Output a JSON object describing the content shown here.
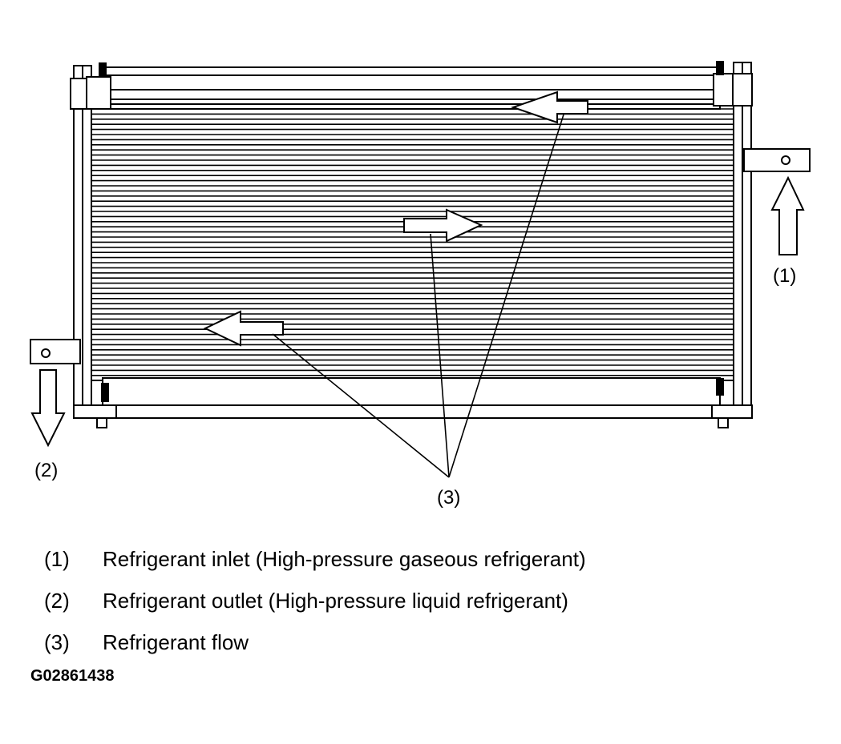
{
  "callouts": {
    "inlet": "(1)",
    "outlet": "(2)",
    "flow": "(3)"
  },
  "legend": [
    {
      "number": "(1)",
      "text": "Refrigerant inlet (High-pressure gaseous refrigerant)"
    },
    {
      "number": "(2)",
      "text": "Refrigerant outlet (High-pressure liquid refrigerant)"
    },
    {
      "number": "(3)",
      "text": "Refrigerant flow"
    }
  ],
  "figure_id": "G02861438"
}
